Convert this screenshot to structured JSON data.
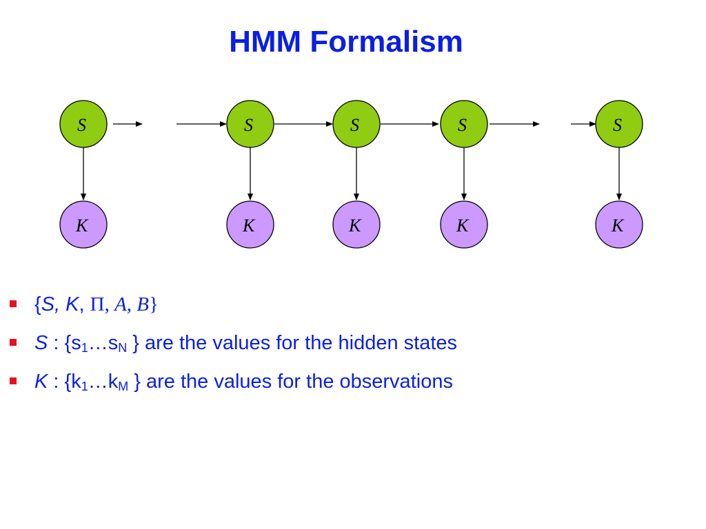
{
  "title": "HMM Formalism",
  "diagram": {
    "state_label": "S",
    "observation_label": "K",
    "state_fill": "#8fcc12",
    "observation_fill": "#cc99ff",
    "columns": 5
  },
  "bullets": {
    "b1": {
      "open_brace": "{",
      "S": "S",
      "comma1": ", ",
      "K": "K",
      "comma2": ", ",
      "Pi": "Π",
      "comma3": ", ",
      "A": "A",
      "comma4": ", ",
      "B": "B",
      "close_brace": "}"
    },
    "b2": {
      "var": "S",
      "pre": " : {s",
      "sub1": "1",
      "mid": "…s",
      "sub2": "N",
      "post": " } are the values for the hidden states"
    },
    "b3": {
      "var": "K",
      "pre": " : {k",
      "sub1": "1",
      "mid": "…k",
      "sub2": "M",
      "post": " } are the values for the observations"
    }
  }
}
